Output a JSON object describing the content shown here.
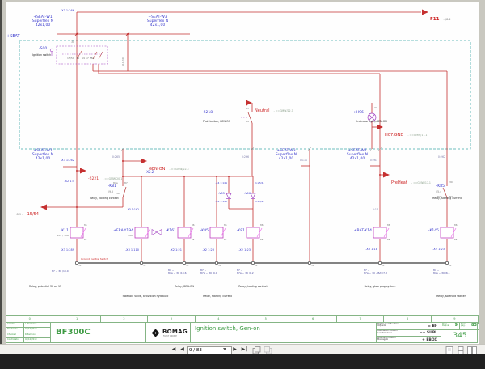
{
  "viewer": {
    "page_field": "9 / 83",
    "nav": {
      "first": "|◀",
      "prev": "◀",
      "next": "▶",
      "last": "▶|"
    }
  },
  "tb": {
    "rows": {
      "created": "Created",
      "realizzato": "Realizzato",
      "checked": "Checked",
      "controllato": "Controllato"
    },
    "created_by": "L.Bazzarino",
    "created_date": "07/10/2019",
    "checked_by": "R.Zamboni",
    "checked_date": "08/10/2019",
    "model": "BF300C",
    "brand": "BOMAG",
    "brand_sub": "FAYAT GROUP",
    "title": "Ignition switch, Gen-on",
    "func": [
      {
        "en": "Higher-level function",
        "it": "Impianto",
        "value": "= BF"
      },
      {
        "en": "Installation location",
        "it": "Localizzazione",
        "value": "== SUPL"
      },
      {
        "en": "Mounting location",
        "it": "Montaggio",
        "value": "+ EBOX"
      }
    ],
    "page": {
      "en": "Page",
      "it": "Pagina",
      "value": "9"
    },
    "of": {
      "en": "from",
      "it": "pag.",
      "value": "83"
    },
    "sheet": "345"
  },
  "grid": [
    "0",
    "1",
    "2",
    "3",
    "4",
    "5",
    "6",
    "7",
    "8",
    "9"
  ],
  "s": {
    "seat": "+SEAT",
    "cables": {
      "w1": [
        "+SEAT-W1",
        "Superflex N",
        "42x1,00"
      ],
      "w3": [
        "+SEAT-W3",
        "Superflex N",
        "42x1,00"
      ]
    },
    "refs": {
      "f11": {
        "name": "F11",
        "ref": "- /8.2"
      },
      "neutral": {
        "name": "Neutral",
        "ref": "- ==GMW/22.7"
      },
      "h07": {
        "name": "H07:GND",
        "ref": "- ==GMW/17.1"
      },
      "preheat": {
        "name": "PreHeat",
        "ref": "- ==GMW/17.1"
      },
      "s221": {
        "name": "-S221",
        "ref": "- ==GMW/20.1"
      },
      "genon": {
        "name": "GEN-ON",
        "ref": "- ==GMW/22.3"
      },
      "t1554": {
        "pre": "8.9 -",
        "name": "15/54"
      }
    },
    "comp": {
      "s00": {
        "name": "-S00",
        "desc": "Ignition switch",
        "pin_top": "30",
        "pins_bottom": "15/54   50   19 17 58a"
      },
      "s218": {
        "name": "-S218",
        "desc": "Push button, GEN-ON",
        "pin_top": "23",
        "pin_bottom": "24"
      },
      "h96": {
        "name": "+H96",
        "desc": "Indicator light, GEN-ON",
        "pin_top": "X1",
        "pin_bottom": "X2"
      },
      "k81c": {
        "name": "-K81",
        "ref": "/9.5",
        "desc": "Relay, holding contact",
        "p1": "87a",
        "p2": "87",
        "p3": "30"
      },
      "k85c": {
        "name": "-K85",
        "ref": "/5.4",
        "desc": "Relay, starting current",
        "p1": "30",
        "p2": "87a",
        "p3": "87"
      },
      "k11": {
        "name": "-K11",
        "desc": "12V / 70A"
      },
      "fra": {
        "name": "+FRA-Y194",
        "desc": "28W"
      },
      "k161": {
        "name": "-K161"
      },
      "k85": {
        "name": "-K85"
      },
      "k81": {
        "name": "-K81"
      },
      "bat": {
        "name": "+BAT-K14"
      },
      "k145": {
        "name": "-K145"
      },
      "v05": {
        "name": "-V05",
        "top": "-X4 1:141",
        "bottom": "-X4 1:142"
      },
      "v06": {
        "name": "-V06",
        "top": "1:25/1",
        "bottom": "1:25/2"
      },
      "pin86": "86",
      "pin85": "85"
    },
    "wires": {
      "x3_266": "-X3 1:266",
      "x3_262": "-X3 1:262",
      "x2_4": "-X2 1:4",
      "x2_2": "-X2.2",
      "x3_162": "-X3 1:162",
      "w265": "0:265",
      "w266": "0:266",
      "w111": "0:111",
      "w261": "0:261",
      "w262": "0:262",
      "w17": "0:17",
      "rot": "611-30"
    },
    "terms": {
      "t289": "-X3 1:289",
      "t110": "-X3 1:110",
      "t21": "-X2 1:21",
      "t23a": "-X2 1:23",
      "t23b": "-X2 1:23",
      "t18": "-X3 1:18",
      "t23c": "-X2 1:23"
    },
    "ground": {
      "label": "Ground Central Switch",
      "pin": "31"
    },
    "cref": {
      "r95": "87 ~ 30 /10.0",
      "r228a": "87 ~",
      "r228b": "87a ~ 30 /10.6",
      "r268a": "87 ~",
      "r268b": "87a ~ 30 /9.0",
      "r313a": "87 ~",
      "r313b": "87a ~ 30 /9.2",
      "r470a": "87 ~",
      "r470b": "87a ~ 30 +BAT/7.3",
      "r553a": "87 ~",
      "r553b": "87a ~ 30 /6.1"
    },
    "caps": {
      "c95": "Relay, potential 30 on 15",
      "c175": "Solenoid valve, activation hydraulic",
      "c228": "Relay, GEN-ON",
      "c268": "Relay, starting current",
      "c313": "Relay, holding contact",
      "c470": "Relay, glow plug system",
      "c553": "Relay, solenoid starter"
    }
  }
}
